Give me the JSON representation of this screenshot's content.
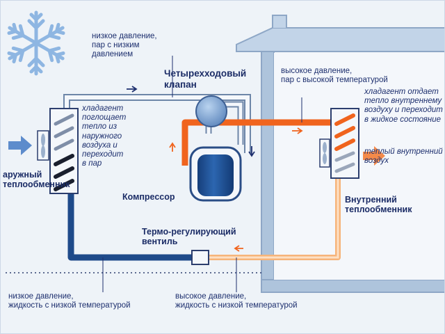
{
  "labels": {
    "top_low_pressure": "низкое давление,\nпар с низким\nдавлением",
    "four_way_valve": "Четырехходовый\nклапан",
    "top_high_pressure": "высокое давление,\nпар с высокой температурой",
    "outdoor_refrigerant_note": "хладагент\nпоглощает\nтепло из\nнаружного\nвоздуха и\nпереходит\nв пар",
    "indoor_refrigerant_note": "хладагент отдает\nтепло внутреннему\nвоздуху и переходит\nв жидкое состояние",
    "warm_air_note": "теплый внутренний\nвоздух",
    "outdoor_hx": "аружный\nтеплообменник",
    "compressor": "Компрессор",
    "indoor_hx": "Внутренний\nтеплообменник",
    "expansion_valve": "Термо-регулирующий\nвентиль",
    "bottom_low_pressure": "низкое давление,\nжидкость с низкой температурой",
    "bottom_high_pressure": "высокое давление,\nжидкость с низкой температурой"
  },
  "icons": [
    "snowflake-icon",
    "fan-icon",
    "arrow-icon"
  ],
  "colors": {
    "cold_pipe": "#1e4a8a",
    "hot_pipe": "#f0641e",
    "warm_liquid_pipe": "#f6b47a",
    "house_wall": "#aec4dc",
    "house_outline": "#8ea7c6",
    "text": "#1d2f6e"
  }
}
